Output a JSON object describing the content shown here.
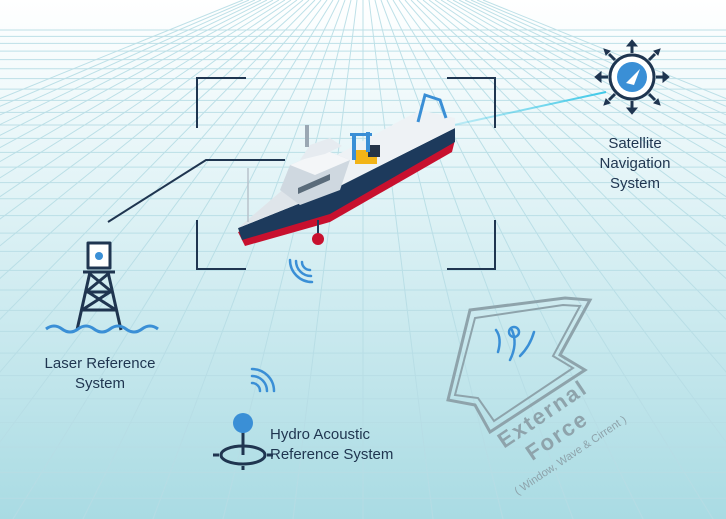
{
  "labels": {
    "satellite": {
      "line1": "Satellite",
      "line2": "Navigation",
      "line3": "System"
    },
    "laser": {
      "line1": "Laser Reference",
      "line2": "System"
    },
    "hydro": {
      "line1": "Hydro Acoustic",
      "line2": "Reference System"
    },
    "external": {
      "line1": "External",
      "line2": "Force",
      "line3": "( Window, Wave & Cirrent )"
    }
  },
  "colors": {
    "sea_top": "#ffffff",
    "sea_bottom": "#a9dbe3",
    "grid": "#b7dde5",
    "navy": "#1f3550",
    "accent_blue": "#3a8fd6",
    "hull_red": "#c8102e",
    "hull_navy": "#1d3a5c",
    "arrow_gray": "#8ea3ab",
    "beam_cyan": "#3fc9e8"
  },
  "icons": [
    "satellite-compass-icon",
    "lighthouse-tower-icon",
    "hydro-pin-icon",
    "sonar-wave-icon",
    "wind-wave-icon",
    "vessel-icon"
  ]
}
